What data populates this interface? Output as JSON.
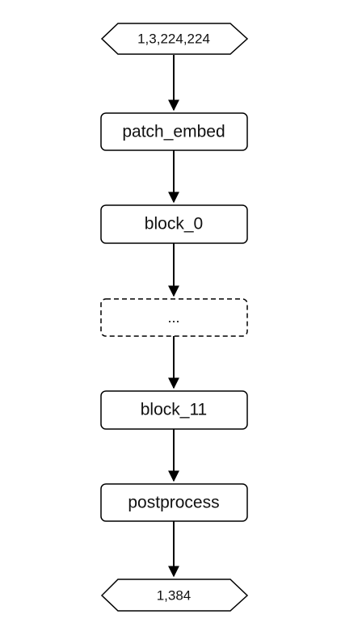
{
  "diagram": {
    "input_shape": "1,3,224,224",
    "nodes": [
      "patch_embed",
      "block_0",
      "...",
      "block_11",
      "postprocess"
    ],
    "output_shape": "1,384"
  }
}
